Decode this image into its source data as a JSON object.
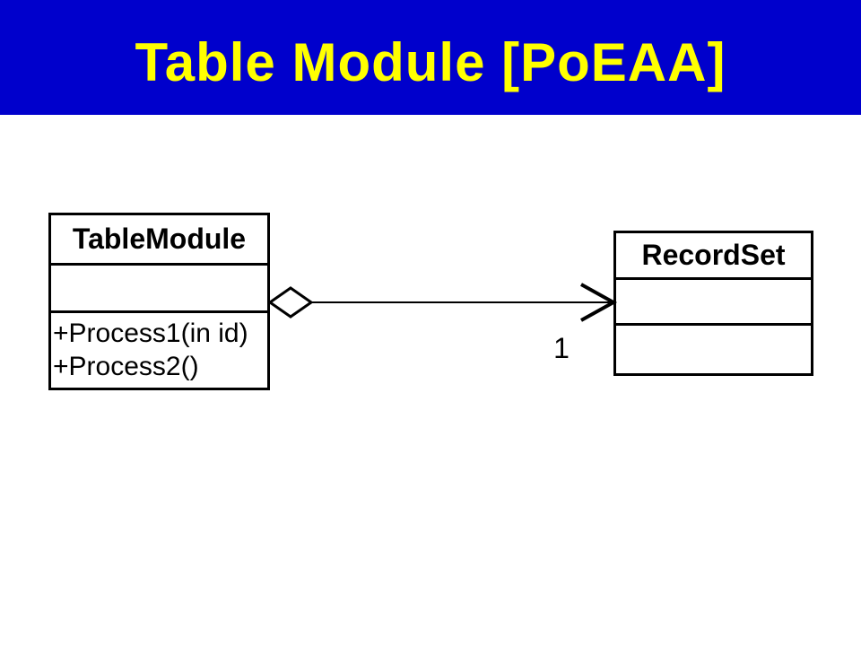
{
  "slide": {
    "title": "Table Module [PoEAA]"
  },
  "colors": {
    "header_bg": "#0000CC",
    "title_text": "#FFFF00",
    "diagram_line": "#000000",
    "background": "#FFFFFF"
  },
  "diagram": {
    "classes": [
      {
        "name": "TableModule",
        "attributes": [],
        "methods": [
          "+Process1(in id)",
          "+Process2()"
        ]
      },
      {
        "name": "RecordSet",
        "attributes": [],
        "methods": []
      }
    ],
    "association": {
      "type": "aggregation",
      "from": "TableModule",
      "to": "RecordSet",
      "end_marker": "open-arrow",
      "multiplicity": "1"
    }
  }
}
